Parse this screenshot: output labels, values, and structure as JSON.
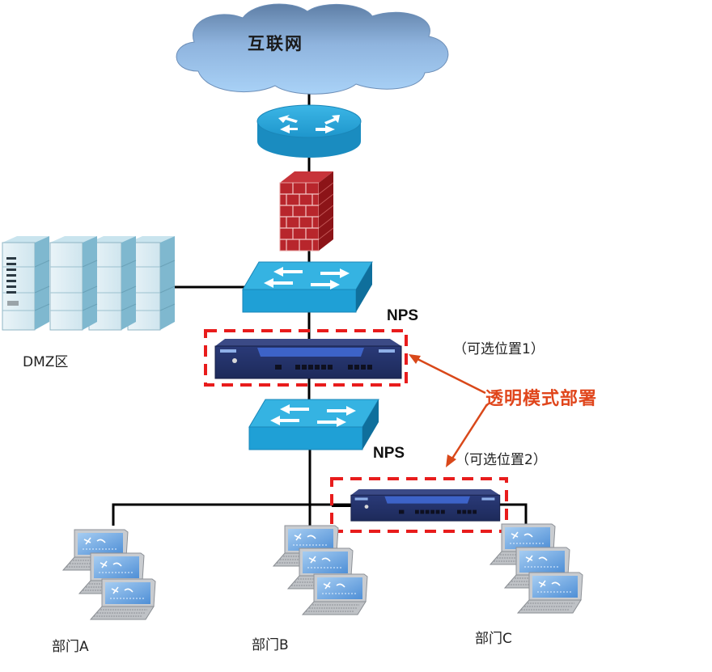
{
  "diagram": {
    "internet_label": "互联网",
    "dmz_label": "DMZ区",
    "nps_label_1": "NPS",
    "nps_label_2": "NPS",
    "option_1": "（可选位置1）",
    "option_2": "（可选位置2）",
    "mode_label": "透明模式部署",
    "departments": [
      "部门A",
      "部门B",
      "部门C"
    ],
    "colors": {
      "cloud": "#8fb6e2",
      "router": "#1f9ad0",
      "switch": "#29a3d4",
      "firewall": "#b4262a",
      "appliance": "#24306a",
      "dashed_box": "#e81c1c",
      "arrow": "#d9481a",
      "server": "#a9d3e6",
      "laptop_screen": "#5d9fdc"
    },
    "nodes": [
      "internet-cloud",
      "router",
      "firewall",
      "core-switch",
      "dmz-servers",
      "nps-appliance-1",
      "access-switch",
      "nps-appliance-2",
      "dept-a-laptops",
      "dept-b-laptops",
      "dept-c-laptops"
    ]
  }
}
